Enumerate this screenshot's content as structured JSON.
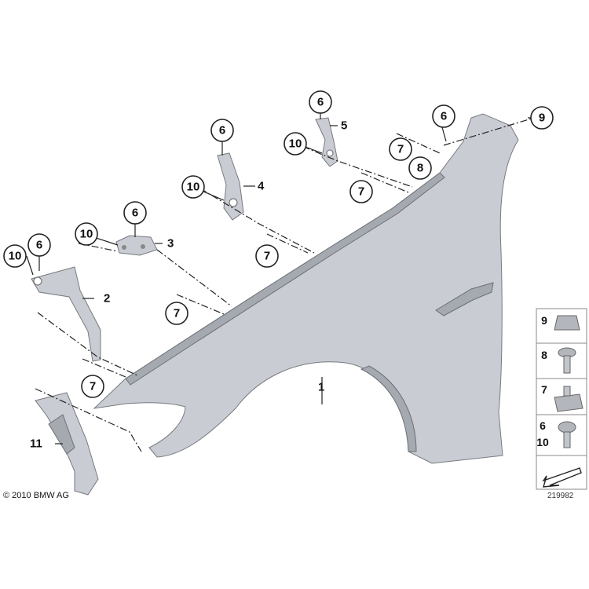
{
  "callouts": {
    "c6_a": "6",
    "c6_b": "6",
    "c6_c": "6",
    "c6_d": "6",
    "c6_e": "6",
    "c10_a": "10",
    "c10_b": "10",
    "c10_c": "10",
    "c10_d": "10",
    "c7_a": "7",
    "c7_b": "7",
    "c7_c": "7",
    "c7_d": "7",
    "c7_e": "7",
    "c8": "8",
    "c9": "9"
  },
  "part_labels": {
    "p1": "1",
    "p2": "2",
    "p3": "3",
    "p4": "4",
    "p5": "5",
    "p11": "11"
  },
  "legend": {
    "row9": "9",
    "row8": "8",
    "row7": "7",
    "row6": "6",
    "row10": "10"
  },
  "footer": {
    "copyright": "© 2010 BMW AG",
    "diagram_number": "219982"
  }
}
